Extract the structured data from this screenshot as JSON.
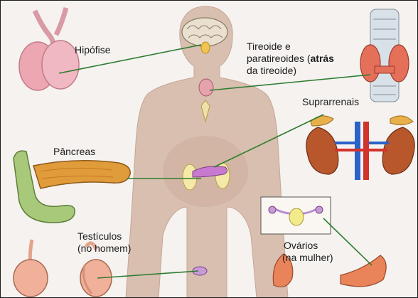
{
  "labels": {
    "hipofise": "Hipófise",
    "tireoide_line1": "Tireoide e",
    "tireoide_line2_a": "paratireoides (",
    "tireoide_line2_b": "atrás",
    "tireoide_line3": "da tireoide)",
    "suprarrenais": "Suprarrenais",
    "pancreas": "Pâncreas",
    "testiculos_line1": "Testículos",
    "testiculos_line2": "(no homem)",
    "ovarios_line1": "Ovários",
    "ovarios_line2": "(na mulher)"
  },
  "colors": {
    "background": "#f5f2f0",
    "body_silhouette": "#d8bfb0",
    "leader_line": "#2f7d32",
    "gland_pink": "#e7a3ad",
    "kidney_brown": "#b8572c",
    "adrenal_yellow": "#e8b04a",
    "pancreas_orange": "#e09b3a",
    "duodenum_green": "#a9c97a"
  }
}
